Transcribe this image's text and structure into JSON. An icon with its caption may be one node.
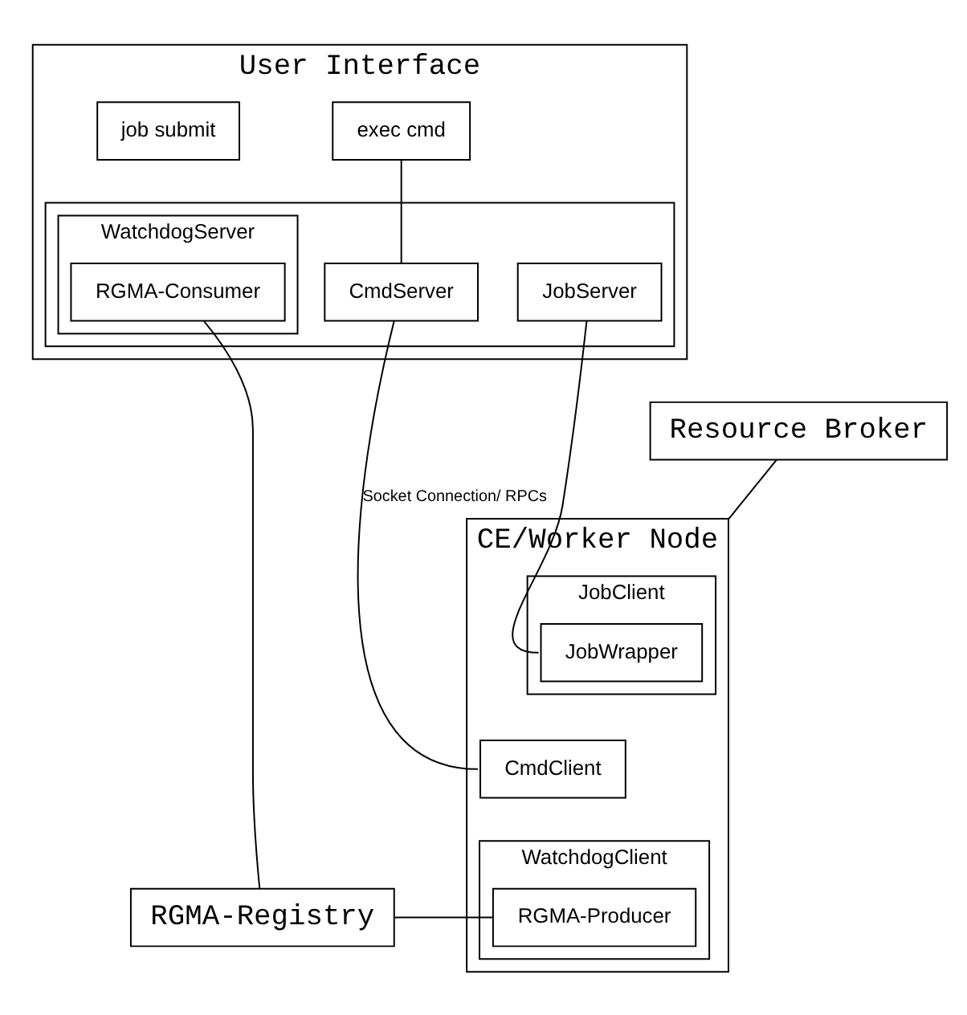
{
  "diagram": {
    "nodes": [
      {
        "text": [
          "User Interface"
        ]
      },
      {
        "text": [
          "exec cmd"
        ],
        "in": 0
      },
      {
        "text": [
          "job submit"
        ],
        "in": 0
      },
      {
        "text": [],
        "shape": "box",
        "in": 0
      },
      {
        "text": [
          "WatchdogServer"
        ],
        "in": 3
      },
      {
        "text": [
          "RGMA-Consumer"
        ],
        "in": 4
      },
      {
        "text": [
          "CmdServer"
        ],
        "in": 3
      },
      {
        "text": [
          "JobServer"
        ],
        "in": 3
      },
      {
        "text": [
          "Resource Broker"
        ]
      },
      {
        "text": [
          "CE/Worker Node"
        ]
      },
      {
        "text": [
          "JobClient"
        ],
        "in": 9
      },
      {
        "text": [
          "JobWrapper"
        ],
        "in": 10
      },
      {
        "text": [
          "CmdClient"
        ],
        "in": 9
      },
      {
        "text": [
          "WatchdogClient"
        ],
        "in": 9
      },
      {
        "text": [
          "RGMA-Producer"
        ],
        "in": 13
      },
      {
        "text": [
          "RGMA-Registry"
        ]
      }
    ],
    "edges": [
      {
        "from": 1,
        "to": 6,
        "arrow": "none"
      },
      {
        "from": 5,
        "to": 15,
        "arrow": "none"
      },
      {
        "from": 6,
        "to": 12,
        "arrow": "none",
        "label": "Socket Connection/ RPCs"
      },
      {
        "from": 7,
        "to": 11,
        "arrow": "none"
      },
      {
        "from": 8,
        "to": 9,
        "arrow": "none"
      },
      {
        "from": 15,
        "to": 14,
        "arrow": "none"
      }
    ]
  }
}
